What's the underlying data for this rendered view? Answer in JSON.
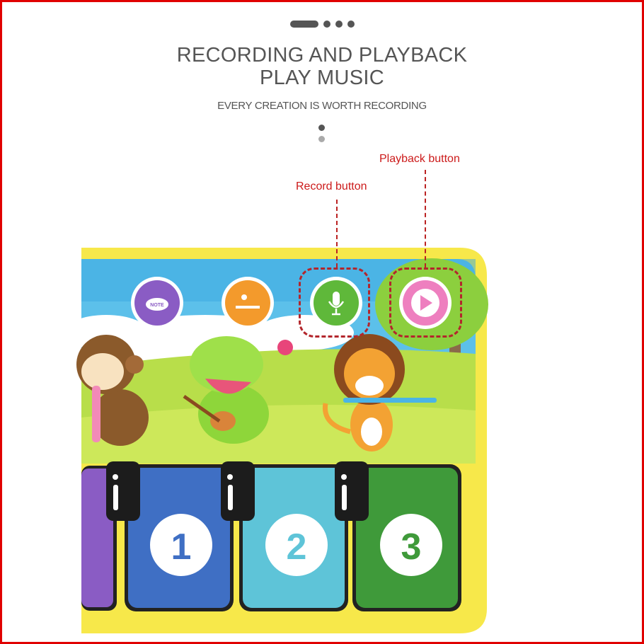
{
  "header": {
    "title_line1": "RECORDING AND PLAYBACK",
    "title_line2": "PLAY MUSIC",
    "subtitle": "EVERY CREATION IS WORTH RECORDING"
  },
  "callouts": {
    "record": "Record button",
    "playback": "Playback button"
  },
  "mat": {
    "buttons": [
      {
        "name": "note",
        "label": "NOTE",
        "color": "#8a5cc4"
      },
      {
        "name": "animal",
        "color": "#f39a2c"
      },
      {
        "name": "record",
        "icon": "microphone-icon",
        "color": "#5fb83a"
      },
      {
        "name": "playback",
        "icon": "play-icon",
        "color": "#ee7fbf"
      }
    ],
    "keys": [
      {
        "number": "1",
        "color": "#3f6fc4"
      },
      {
        "number": "2",
        "color": "#5ec4d8"
      },
      {
        "number": "3",
        "color": "#3f9a3a"
      }
    ]
  },
  "colors": {
    "callout": "#cc1a1a",
    "border": "#f7e84a",
    "text": "#555555"
  }
}
